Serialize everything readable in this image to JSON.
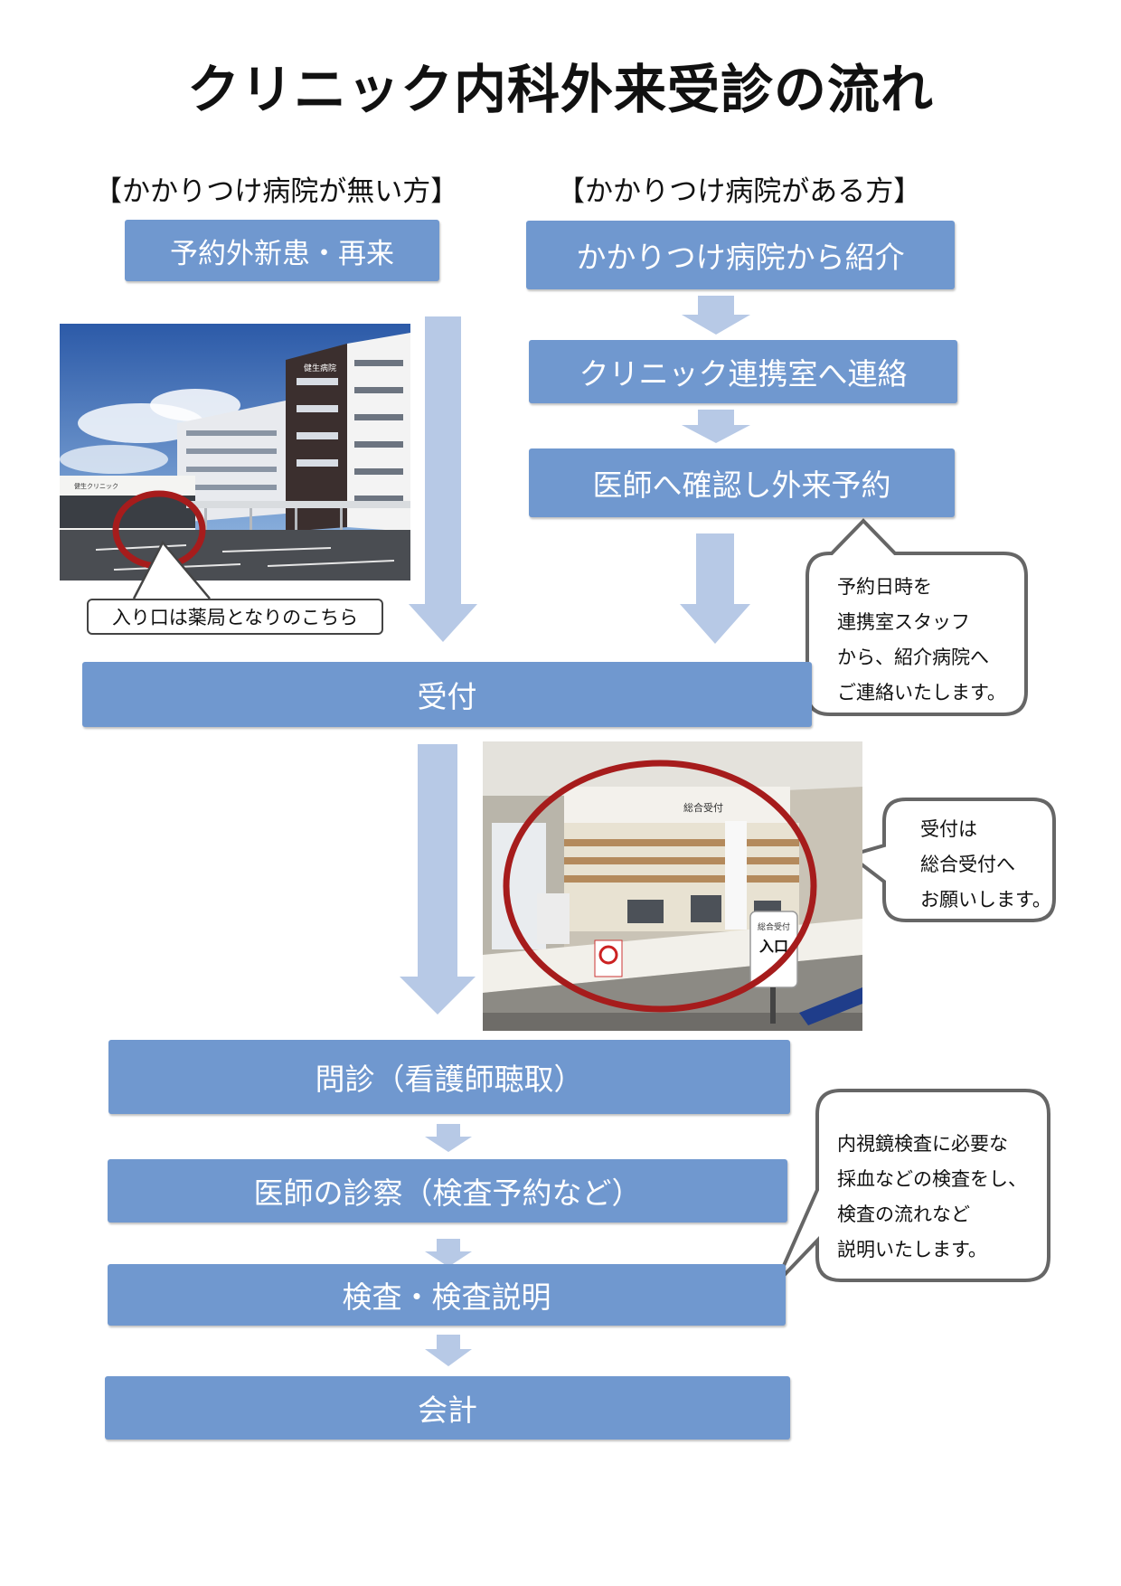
{
  "title": "クリニック内科外来受診の流れ",
  "left_column": {
    "heading": "【かかりつけ病院が無い方】",
    "start_box": "予約外新患・再来"
  },
  "right_column": {
    "heading": "【かかりつけ病院がある方】",
    "steps": [
      "かかりつけ病院から紹介",
      "クリニック連携室へ連絡",
      "医師へ確認し外来予約"
    ]
  },
  "photos": {
    "building_sign": "健生病院",
    "building_sign_small": "健生クリニック",
    "entrance_label": "入り口は薬局となりのこちら",
    "reception_sign": "総合受付",
    "entrance_sign_top": "総合受付",
    "entrance_sign_main": "入口"
  },
  "reception_box": "受付",
  "callouts": {
    "reservation": [
      "予約日時を",
      "連携室スタッフ",
      "から、紹介病院へ",
      "ご連絡いたします。"
    ],
    "reception": [
      "受付は",
      "総合受付へ",
      "お願いします。"
    ],
    "exam": [
      "内視鏡検査に必要な",
      "採血などの検査をし、",
      "検査の流れなど",
      "説明いたします。"
    ]
  },
  "flow_steps": [
    "問診（看護師聴取）",
    "医師の診察（検査予約など）",
    "検査・検査説明",
    "会計"
  ],
  "colors": {
    "box_fill": "#7098cf",
    "arrow_fill": "#b7c9e6",
    "highlight_circle": "#a61c1c",
    "callout_border": "#666666"
  }
}
